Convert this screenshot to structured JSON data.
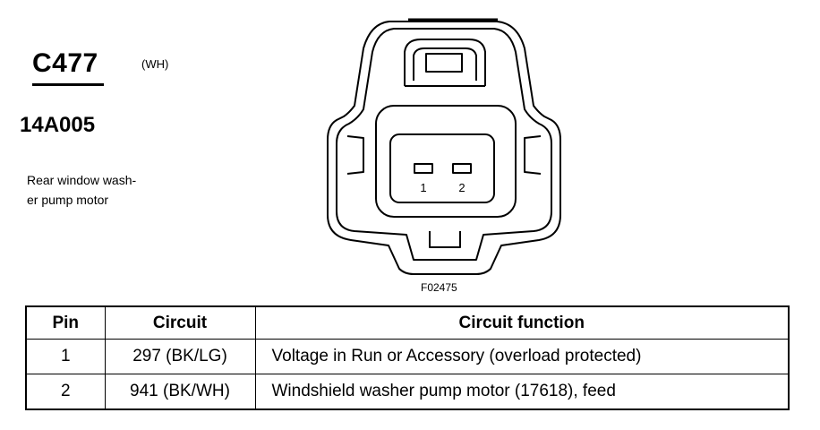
{
  "connector": {
    "id": "C477",
    "color": "(WH)",
    "part_number": "14A005",
    "description_lines": [
      "Rear window wash-",
      "er pump motor"
    ],
    "pin_labels": [
      "1",
      "2"
    ],
    "figure_code": "F02475"
  },
  "table": {
    "headers": [
      "Pin",
      "Circuit",
      "Circuit function"
    ],
    "rows": [
      {
        "pin": "1",
        "circuit": "297 (BK/LG)",
        "function": "Voltage in Run or Accessory (overload protected)"
      },
      {
        "pin": "2",
        "circuit": "941 (BK/WH)",
        "function": "Windshield washer pump motor (17618), feed"
      }
    ]
  }
}
